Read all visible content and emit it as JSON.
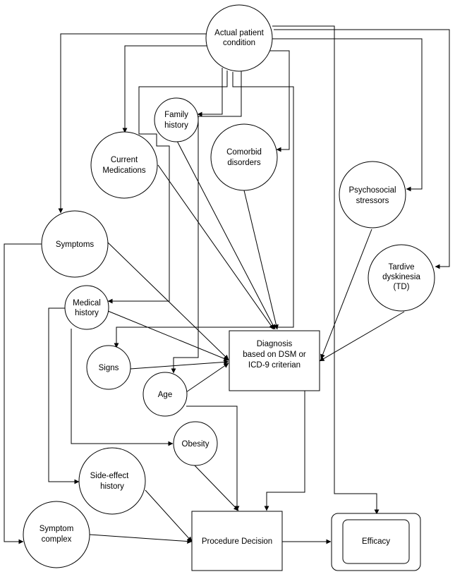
{
  "nodes": {
    "actual_patient_condition": [
      "Actual patient",
      "condition"
    ],
    "family_history": [
      "Family",
      "history"
    ],
    "current_medications": [
      "Current",
      "Medications"
    ],
    "comorbid_disorders": [
      "Comorbid",
      "disorders"
    ],
    "psychosocial_stressors": [
      "Psychosocial",
      "stressors"
    ],
    "symptoms": [
      "Symptoms"
    ],
    "tardive_dyskinesia": [
      "Tardive",
      "dyskinesia",
      "(TD)"
    ],
    "medical_history": [
      "Medical",
      "history"
    ],
    "diagnosis": [
      "Diagnosis",
      "based on DSM or",
      "ICD-9 criterian"
    ],
    "signs": [
      "Signs"
    ],
    "age": [
      "Age"
    ],
    "obesity": [
      "Obesity"
    ],
    "side_effect_history": [
      "Side-effect",
      "history"
    ],
    "symptom_complex": [
      "Symptom",
      "complex"
    ],
    "procedure_decision": [
      "Procedure Decision"
    ],
    "efficacy": [
      "Efficacy"
    ]
  },
  "colors": {
    "stroke": "#000000",
    "fill": "#ffffff",
    "background": "#ffffff"
  }
}
